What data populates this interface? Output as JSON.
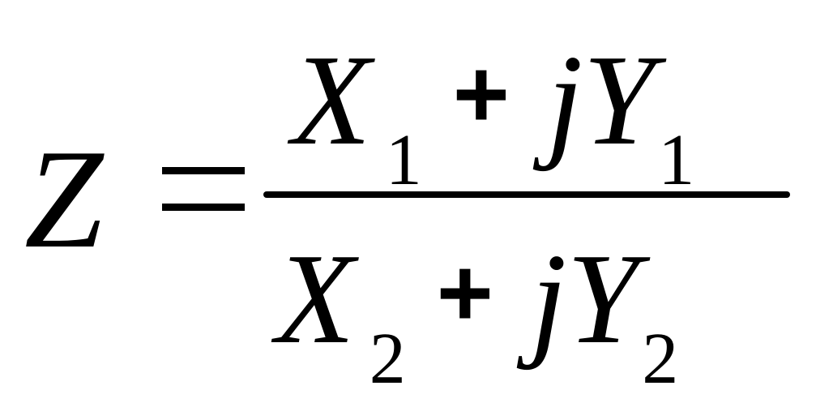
{
  "equation": {
    "lhs": "Z",
    "numerator": {
      "var1": "X",
      "sub1": "1",
      "op": "+",
      "imag": "j",
      "var2": "Y",
      "sub2": "1"
    },
    "denominator": {
      "var1": "X",
      "sub1": "2",
      "op": "+",
      "imag": "j",
      "var2": "Y",
      "sub2": "2"
    }
  }
}
